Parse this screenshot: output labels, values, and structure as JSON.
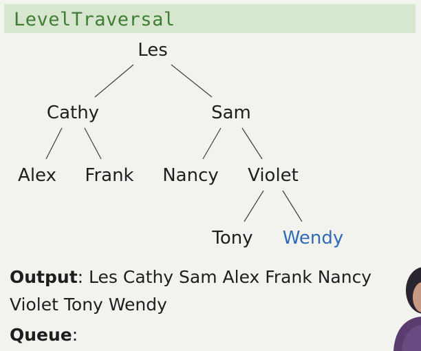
{
  "slide": {
    "title": "LevelTraversal"
  },
  "tree": {
    "nodes": {
      "les": "Les",
      "cathy": "Cathy",
      "sam": "Sam",
      "alex": "Alex",
      "frank": "Frank",
      "nancy": "Nancy",
      "violet": "Violet",
      "tony": "Tony",
      "wendy": "Wendy"
    },
    "highlight_color": "#2f6bb5"
  },
  "output": {
    "label": "Output",
    "separator": ":",
    "line1": "Les Cathy Sam Alex Frank Nancy",
    "line2": "Violet Tony Wendy"
  },
  "queue": {
    "label": "Queue",
    "separator": ":"
  },
  "colors": {
    "title_bar": "#d6e6cf",
    "title_text": "#3f7d36",
    "background": "#f2f2ef"
  }
}
